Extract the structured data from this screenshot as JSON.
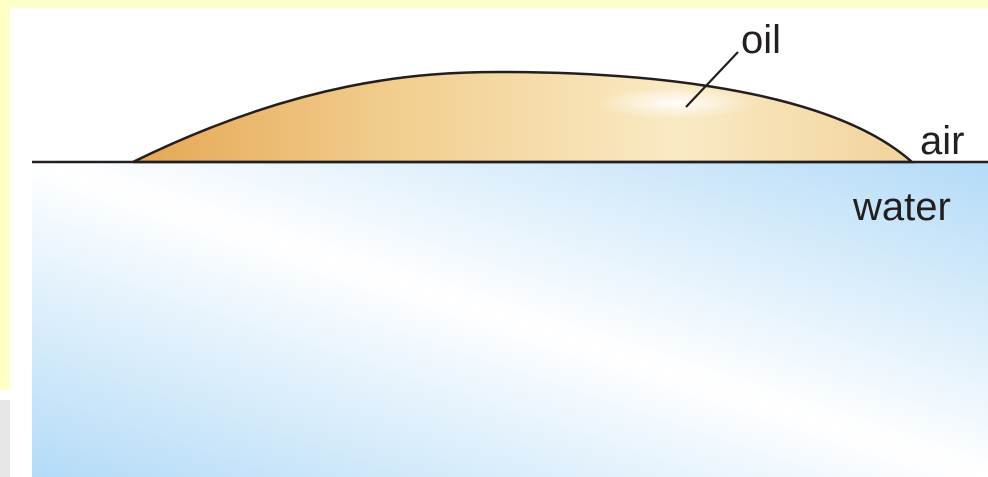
{
  "labels": {
    "oil": "oil",
    "air": "air",
    "water": "water"
  },
  "colors": {
    "frame_background": "#ffffc8",
    "water_edge": "#b3dbf7",
    "water_center": "#ffffff",
    "oil_dark": "#e5a754",
    "oil_light": "#faeac4",
    "outline": "#231f20"
  }
}
